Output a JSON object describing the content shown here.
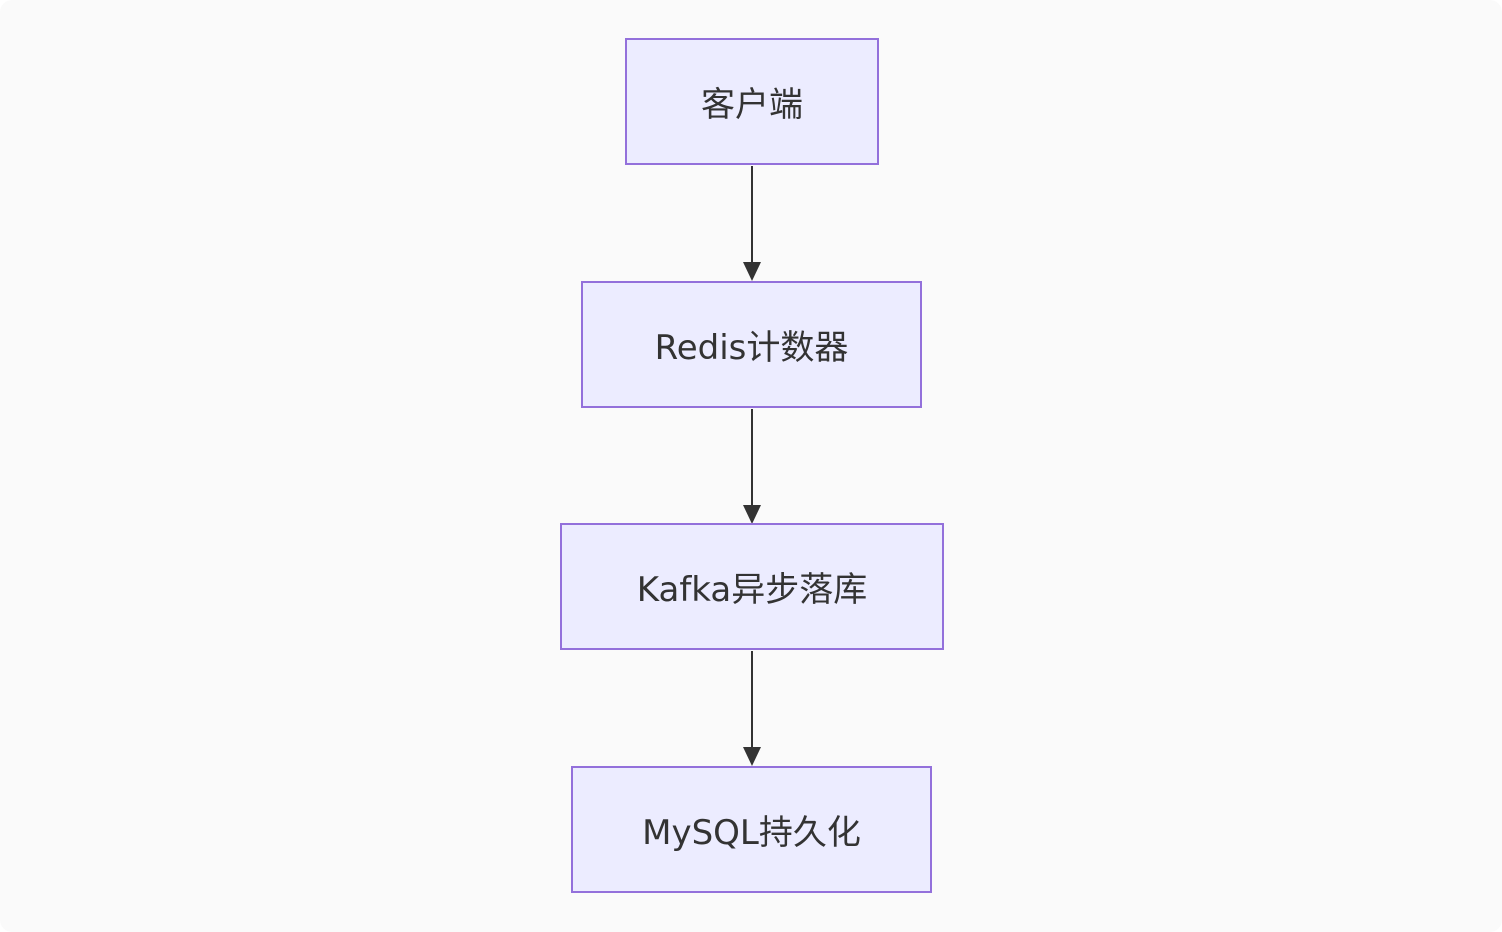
{
  "diagram": {
    "type": "flowchart",
    "direction": "top-down",
    "colors": {
      "background": "#fafafa",
      "node_fill": "#ececff",
      "node_border": "#9370db",
      "edge": "#333333",
      "text": "#333333"
    },
    "nodes": [
      {
        "id": "client",
        "label": "客户端"
      },
      {
        "id": "redis",
        "label": "Redis计数器"
      },
      {
        "id": "kafka",
        "label": "Kafka异步落库"
      },
      {
        "id": "mysql",
        "label": "MySQL持久化"
      }
    ],
    "edges": [
      {
        "from": "client",
        "to": "redis"
      },
      {
        "from": "redis",
        "to": "kafka"
      },
      {
        "from": "kafka",
        "to": "mysql"
      }
    ]
  }
}
